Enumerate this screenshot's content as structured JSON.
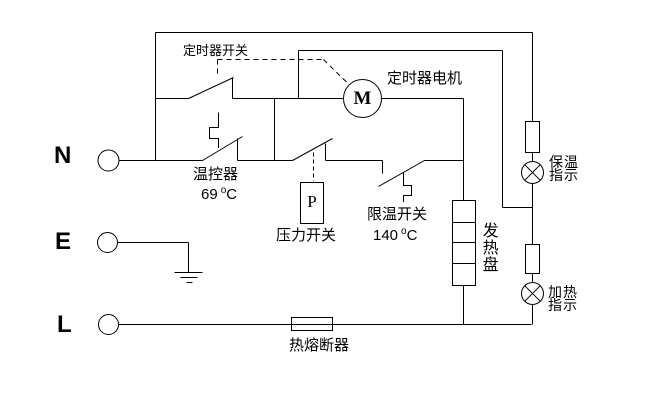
{
  "terminals": {
    "neutral": "N",
    "earth": "E",
    "live": "L"
  },
  "components": {
    "timer_switch": {
      "label": "定时器开关"
    },
    "timer_motor": {
      "label": "定时器电机",
      "symbol": "M"
    },
    "thermostat": {
      "label": "温控器",
      "temp_value": "69",
      "degree_mark": "o",
      "temp_unit": "C"
    },
    "pressure_switch": {
      "label": "压力开关",
      "symbol": "P"
    },
    "limit_switch": {
      "label": "限温开关",
      "temp_value": "140",
      "degree_mark": "o",
      "temp_unit": "C"
    },
    "heater_plate": {
      "label": "发热盘"
    },
    "keep_warm_indicator": {
      "label": "保温指示"
    },
    "heating_indicator": {
      "label": "加热指示"
    },
    "thermal_fuse": {
      "label": "热熔断器"
    }
  },
  "colors": {
    "line": "#000000",
    "background": "#ffffff"
  }
}
